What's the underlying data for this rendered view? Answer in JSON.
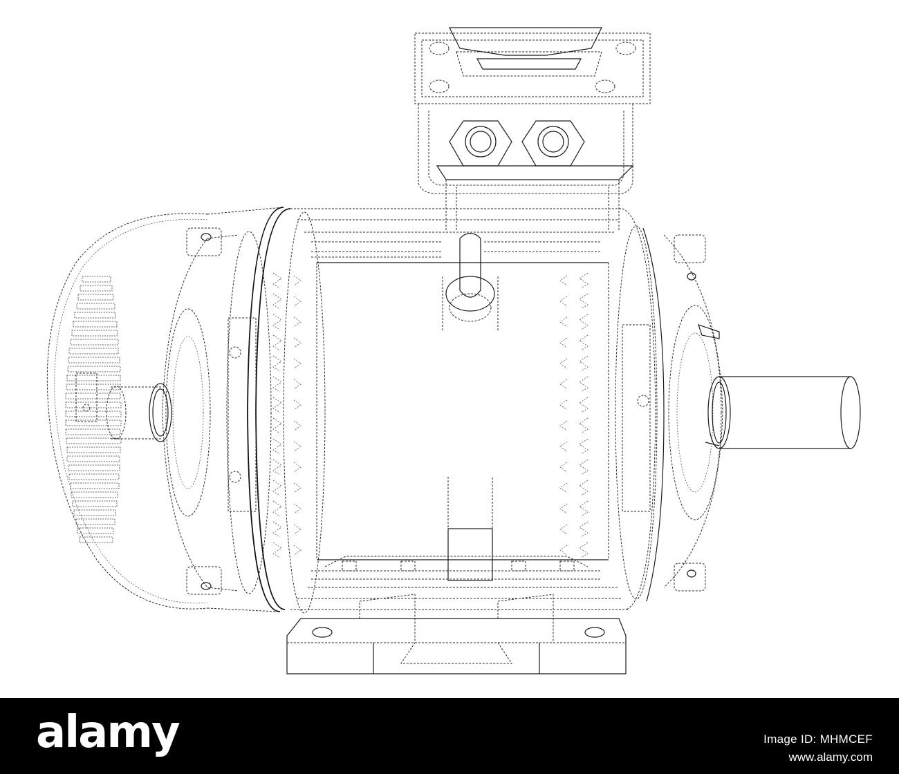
{
  "drawing": {
    "subject": "electric-motor-wireframe",
    "line_color": "#1a1a1a",
    "background": "#ffffff"
  },
  "watermark": {
    "brand": "alamy",
    "image_id": "Image ID: MHMCEF",
    "url": "www.alamy.com",
    "bar_color": "#000000",
    "text_color": "#ffffff"
  }
}
